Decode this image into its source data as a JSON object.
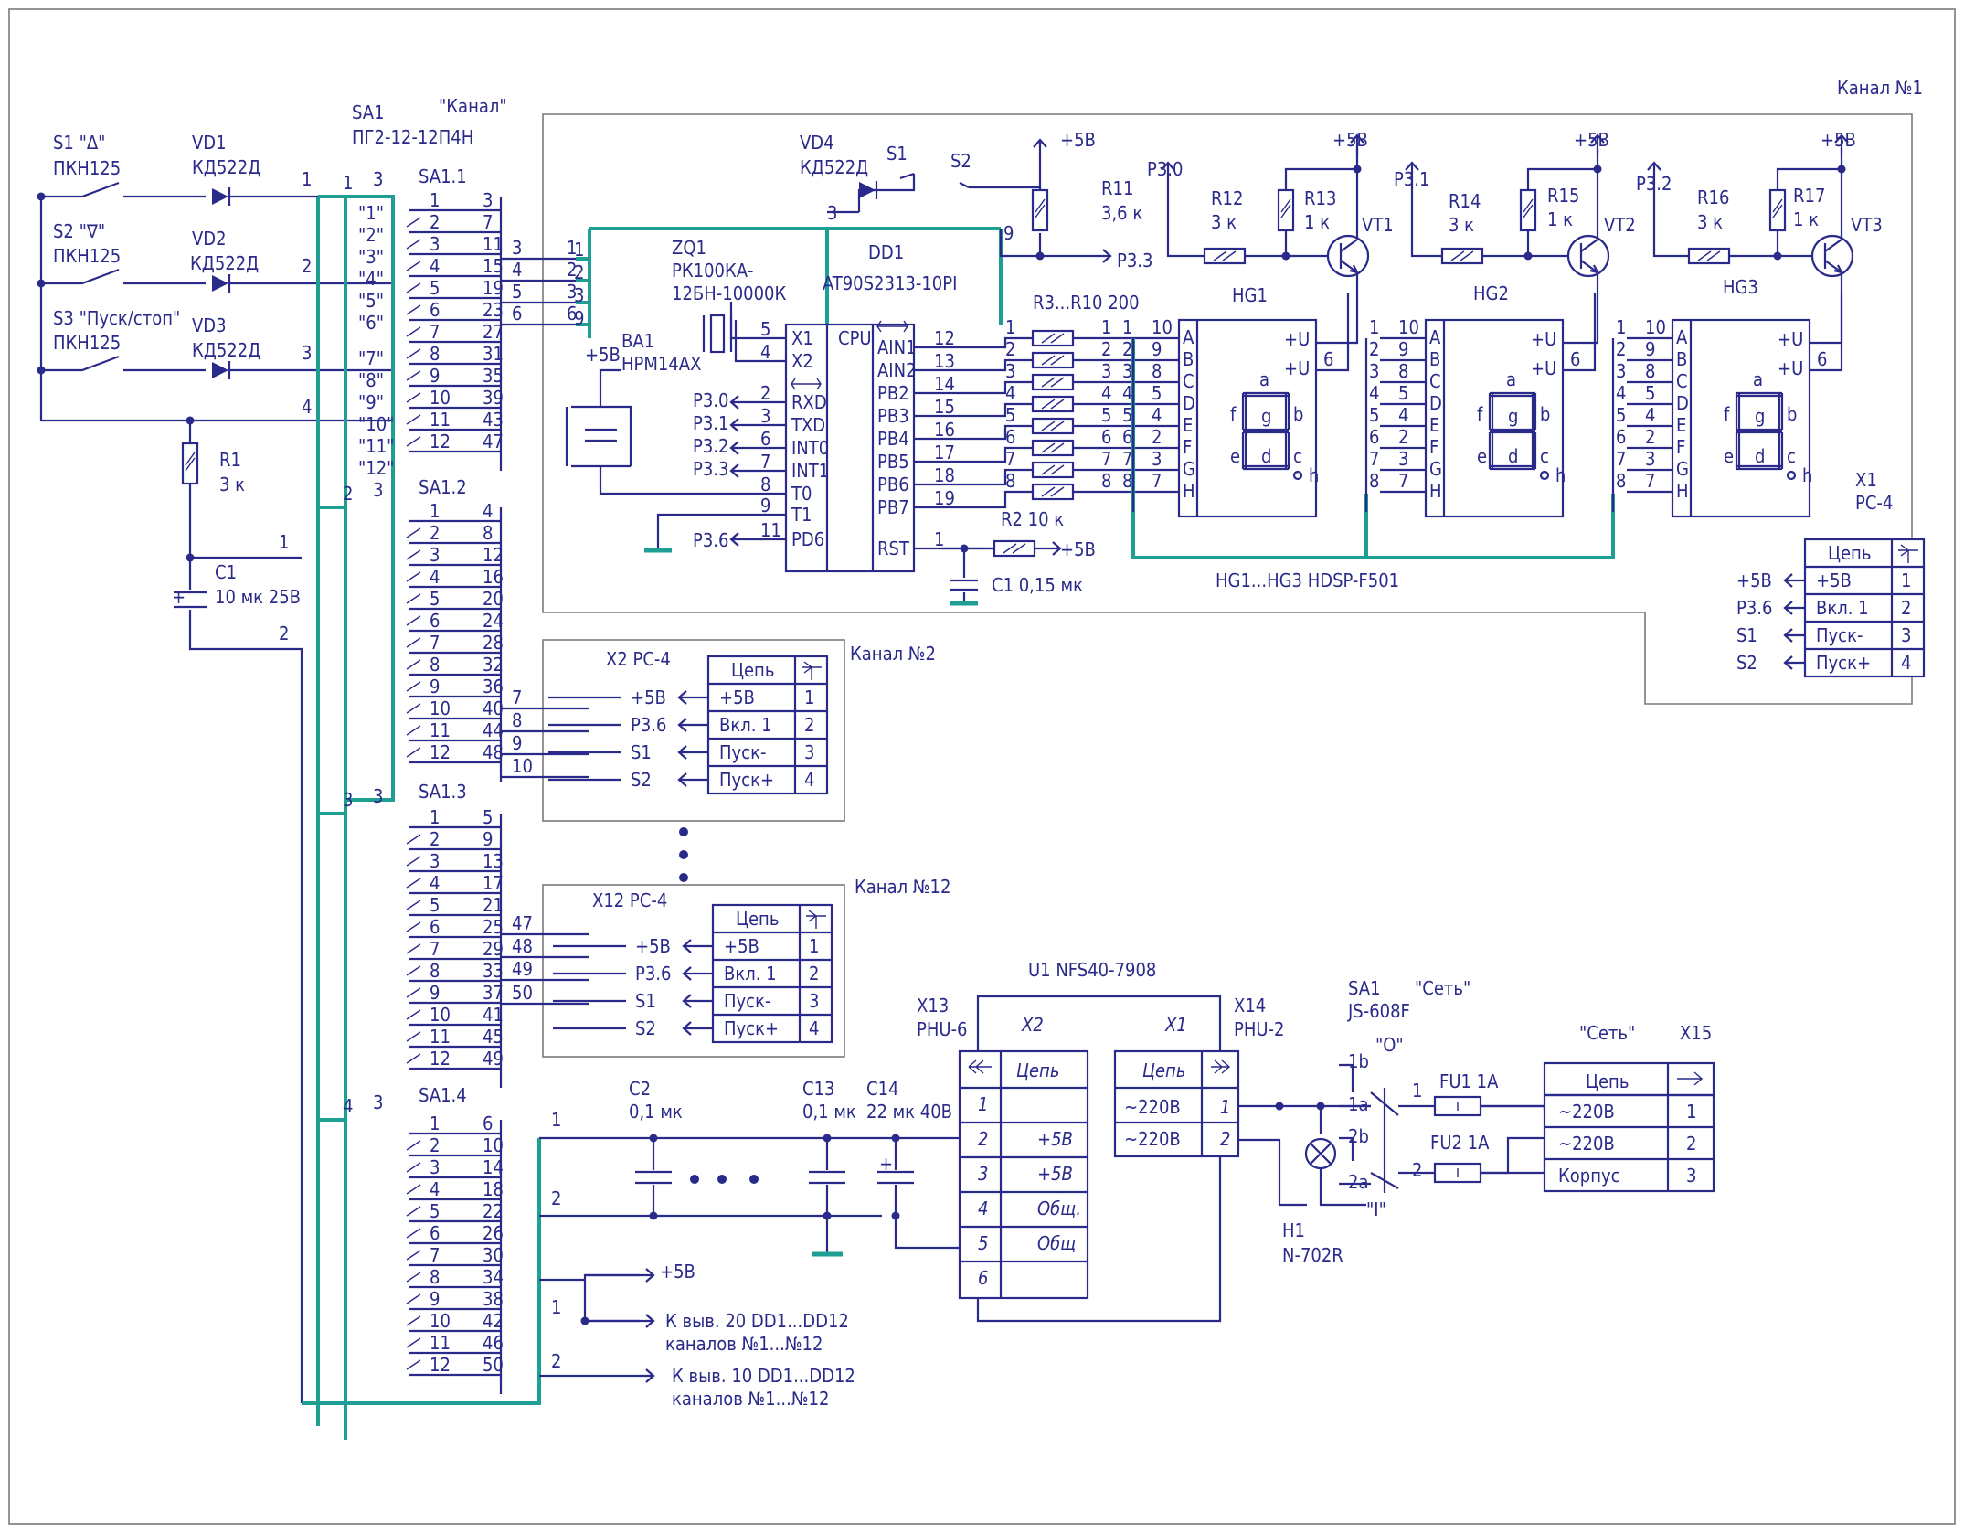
{
  "labels": {
    "channel1": "Канал №1",
    "channel2": "Канал №2",
    "channel12": "Канал №12",
    "sa1_title": "SA1",
    "sa1_model": "ПГ2-12-12П4Н",
    "sa1_name": "\"Канал\"",
    "s1": "S1 \"Δ\"",
    "s1_model": "ПКН125",
    "s2": "S2 \"∇\"",
    "s2_model": "ПКН125",
    "s3": "S3 \"Пуск/стоп\"",
    "s3_model": "ПКН125",
    "vd1": "VD1",
    "vd2": "VD2",
    "vd3": "VD3",
    "vd4": "VD4",
    "diode_model": "КД522Д",
    "r1": "R1",
    "r1_val": "3 к",
    "c1_big": "C1",
    "c1_big_val": "10 мк 25В",
    "sa11": "SA1.1",
    "sa12": "SA1.2",
    "sa13": "SA1.3",
    "sa14": "SA1.4",
    "dd1": "DD1",
    "dd1_model": "AT90S2313-10PI",
    "cpu": "CPU",
    "zq1": "ZQ1",
    "zq1_model1": "РК100КА-",
    "zq1_model2": "12БН-10000К",
    "ba1": "BA1",
    "ba1_model": "HPM14AX",
    "p5v": "+5В",
    "r11": "R11",
    "r11_val": "3,6 к",
    "r12": "R12",
    "r13": "R13",
    "r14": "R14",
    "r15": "R15",
    "r16": "R16",
    "r17": "R17",
    "r3k": "3 к",
    "r1k": "1 к",
    "vt1": "VT1",
    "vt2": "VT2",
    "vt3": "VT3",
    "hg1": "HG1",
    "hg2": "HG2",
    "hg3": "HG3",
    "hg_model": "HG1...HG3 HDSP-F501",
    "r3r10": "R3...R10 200",
    "r2": "R2 10 к",
    "c1small": "C1 0,15 мк",
    "p30": "P3.0",
    "p31": "P3.1",
    "p32": "P3.2",
    "p33": "P3.3",
    "p36": "P3.6",
    "s1n": "S1",
    "s2n": "S2",
    "x1": "X1",
    "x1_model": "PC-4",
    "x2": "X2 PC-4",
    "x12": "X12 PC-4",
    "u1": "U1 NFS40-7908",
    "x13": "X13",
    "x13_model": "PHU-6",
    "x14": "X14",
    "x14_model": "PHU-2",
    "x2i": "X2",
    "x1i": "X1",
    "sa1_net": "SA1",
    "sa1_net_name": "\"Сеть\"",
    "sa1_net_model": "JS-608F",
    "seti": "\"Сеть\"",
    "x15": "X15",
    "fu1": "FU1 1A",
    "fu2": "FU2 1A",
    "h1": "H1",
    "h1_model": "N-702R",
    "pos_o": "\"O\"",
    "pos_i": "\"I\"",
    "c2": "C2",
    "c2_val": "0,1 мк",
    "c13": "C13",
    "c13_val": "0,1 мк",
    "c14": "C14",
    "c14_val": "22 мк 40В",
    "to20_1": "К выв. 20 DD1...DD12",
    "to20_2": "каналов №1...№12",
    "to10_1": "К выв. 10 DD1...DD12",
    "to10_2": "каналов №1...№12",
    "tsep": "Цепь",
    "v220": "~220В",
    "korpus": "Корпус",
    "ob1": "Общ.",
    "ob2": "Общ",
    "vkl": "Вкл. 1",
    "pm": "Пуск-",
    "pp": "Пуск+"
  },
  "sa1_positions": [
    "\"1\"",
    "\"2\"",
    "\"3\"",
    "\"4\"",
    "\"5\"",
    "\"6\"",
    "\"7\"",
    "\"8\"",
    "\"9\"",
    "\"10\"",
    "\"11\"",
    "\"12\""
  ],
  "mcu_left_pins": [
    {
      "num": "5",
      "name": "X1"
    },
    {
      "num": "4",
      "name": "X2"
    },
    {
      "num": "2",
      "name": "RXD"
    },
    {
      "num": "3",
      "name": "TXD"
    },
    {
      "num": "6",
      "name": "INT0"
    },
    {
      "num": "7",
      "name": "INT1"
    },
    {
      "num": "8",
      "name": "T0"
    },
    {
      "num": "9",
      "name": "T1"
    },
    {
      "num": "11",
      "name": "PD6"
    }
  ],
  "mcu_right_pins": [
    {
      "num": "12",
      "name": "AIN1"
    },
    {
      "num": "13",
      "name": "AIN2"
    },
    {
      "num": "14",
      "name": "PB2"
    },
    {
      "num": "15",
      "name": "PB3"
    },
    {
      "num": "16",
      "name": "PB4"
    },
    {
      "num": "17",
      "name": "PB5"
    },
    {
      "num": "18",
      "name": "PB6"
    },
    {
      "num": "19",
      "name": "PB7"
    },
    {
      "num": "1",
      "name": "RST"
    }
  ],
  "seg_letters": [
    "A",
    "B",
    "C",
    "D",
    "E",
    "F",
    "G",
    "H"
  ],
  "seg_pins": [
    "10",
    "9",
    "8",
    "5",
    "4",
    "2",
    "3",
    "7"
  ],
  "rc4_rows": [
    {
      "name": "+5В",
      "net": "+5В",
      "n": "1"
    },
    {
      "name": "Вкл. 1",
      "net": "P3.6",
      "n": "2"
    },
    {
      "name": "Пуск-",
      "net": "S1",
      "n": "3"
    },
    {
      "name": "Пуск+",
      "net": "S2",
      "n": "4"
    }
  ],
  "x13_rows": [
    {
      "n": "1",
      "v": ""
    },
    {
      "n": "2",
      "v": "+5В"
    },
    {
      "n": "3",
      "v": "+5В"
    },
    {
      "n": "4",
      "v": "Общ."
    },
    {
      "n": "5",
      "v": "Общ"
    },
    {
      "n": "6",
      "v": ""
    }
  ],
  "x15_rows": [
    {
      "v": "~220В",
      "n": "1"
    },
    {
      "v": "~220В",
      "n": "2"
    },
    {
      "v": "Корпус",
      "n": "3"
    }
  ]
}
